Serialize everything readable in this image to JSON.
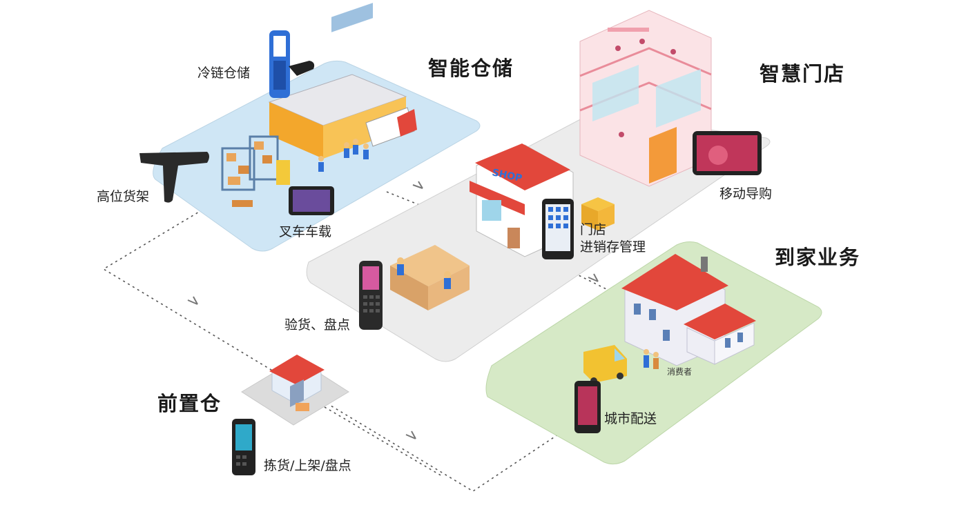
{
  "titles": {
    "smart_warehouse": "智能仓储",
    "smart_store": "智慧门店",
    "home_service": "到家业务",
    "front_warehouse": "前置仓"
  },
  "labels": {
    "cold_chain": "冷链仓储",
    "high_shelf": "高位货架",
    "forklift": "叉车车载",
    "store_inventory_1": "门店",
    "store_inventory_2": "进销存管理",
    "inspect_count": "验货、盘点",
    "mobile_guide": "移动导购",
    "consumer": "消费者",
    "city_delivery": "城市配送",
    "pick_shelf_count": "拣货/上架/盘点",
    "shop_sign": "SHOP"
  },
  "colors": {
    "warehouse_platform": "#cfe6f5",
    "store_platform": "#ececec",
    "home_platform": "#d6e9c6",
    "front_platform": "#dcdcdc",
    "roof_red": "#e2473b",
    "warehouse_orange": "#f3a72c",
    "device_blue": "#2f6fd6",
    "device_dark": "#2a2a2a"
  }
}
